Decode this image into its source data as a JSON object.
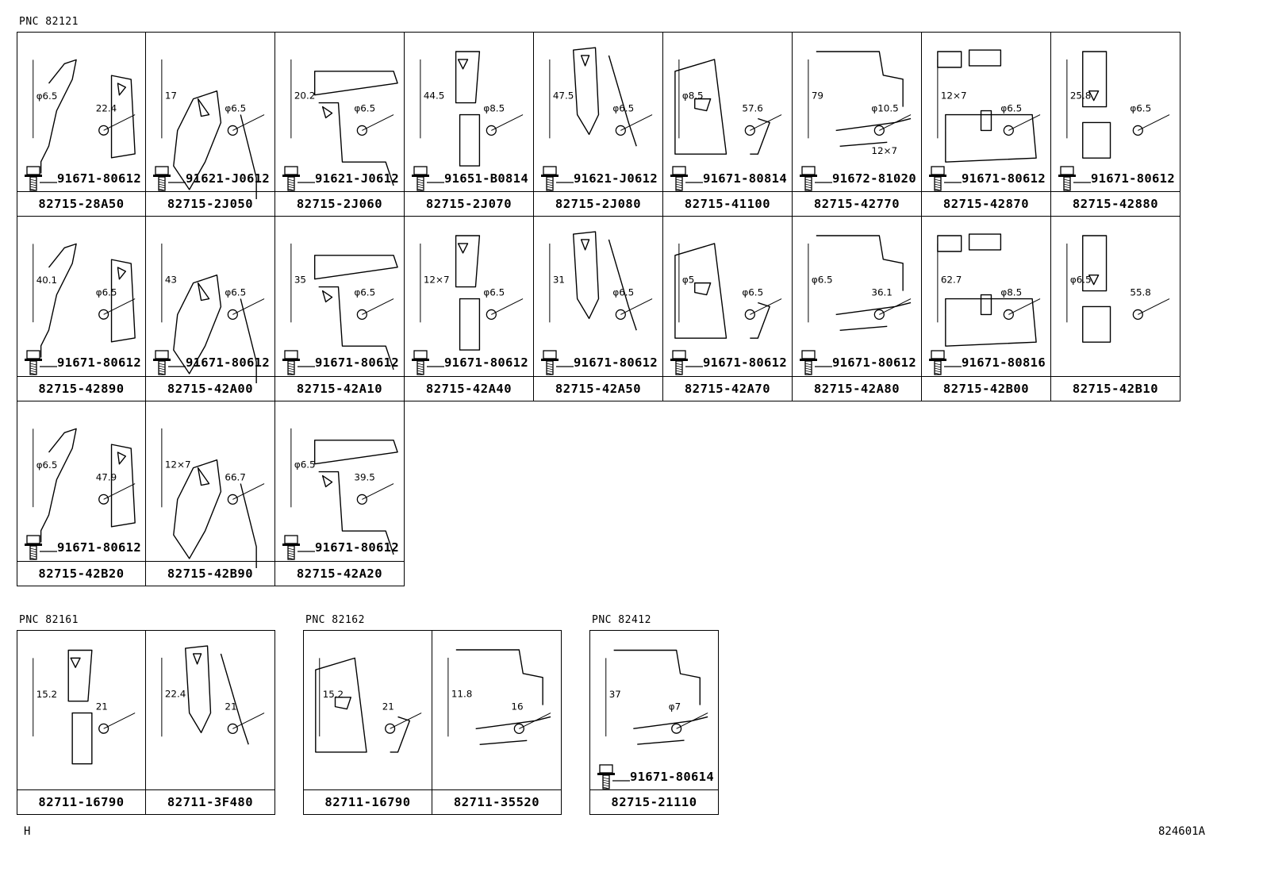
{
  "groups": [
    {
      "pnc": "PNC 82121"
    },
    {
      "pnc": "PNC 82161"
    },
    {
      "pnc": "PNC 82162"
    },
    {
      "pnc": "PNC 82412"
    }
  ],
  "g1": {
    "cells": [
      {
        "part": "82715-28A50",
        "bolt": "91671-80612",
        "dims": [
          "φ6.5",
          "22.4"
        ]
      },
      {
        "part": "82715-2J050",
        "bolt": "91621-J0612",
        "dims": [
          "17",
          "φ6.5"
        ]
      },
      {
        "part": "82715-2J060",
        "bolt": "91621-J0612",
        "dims": [
          "20.2",
          "φ6.5"
        ]
      },
      {
        "part": "82715-2J070",
        "bolt": "91651-B0814",
        "dims": [
          "44.5",
          "φ8.5"
        ]
      },
      {
        "part": "82715-2J080",
        "bolt": "91621-J0612",
        "dims": [
          "47.5",
          "φ6.5"
        ]
      },
      {
        "part": "82715-41100",
        "bolt": "91671-80814",
        "dims": [
          "φ8.5",
          "57.6"
        ]
      },
      {
        "part": "82715-42770",
        "bolt": "91672-81020",
        "dims": [
          "79",
          "φ10.5",
          "12×7"
        ]
      },
      {
        "part": "82715-42870",
        "bolt": "91671-80612",
        "dims": [
          "12×7",
          "φ6.5"
        ]
      },
      {
        "part": "82715-42880",
        "bolt": "91671-80612",
        "dims": [
          "25.8",
          "φ6.5"
        ]
      },
      {
        "part": "82715-42890",
        "bolt": "91671-80612",
        "dims": [
          "40.1",
          "φ6.5"
        ]
      },
      {
        "part": "82715-42A00",
        "bolt": "91671-80612",
        "dims": [
          "43",
          "φ6.5"
        ]
      },
      {
        "part": "82715-42A10",
        "bolt": "91671-80612",
        "dims": [
          "35",
          "φ6.5"
        ]
      },
      {
        "part": "82715-42A40",
        "bolt": "91671-80612",
        "dims": [
          "12×7",
          "φ6.5"
        ]
      },
      {
        "part": "82715-42A50",
        "bolt": "91671-80612",
        "dims": [
          "31",
          "φ6.5"
        ]
      },
      {
        "part": "82715-42A70",
        "bolt": "91671-80612",
        "dims": [
          "φ5",
          "φ6.5"
        ]
      },
      {
        "part": "82715-42A80",
        "bolt": "91671-80612",
        "dims": [
          "φ6.5",
          "36.1"
        ]
      },
      {
        "part": "82715-42B00",
        "bolt": "91671-80816",
        "dims": [
          "62.7",
          "φ8.5"
        ]
      },
      {
        "part": "82715-42B10",
        "bolt": "",
        "dims": [
          "φ6.5",
          "55.8"
        ]
      },
      {
        "part": "82715-42B20",
        "bolt": "91671-80612",
        "dims": [
          "φ6.5",
          "47.9"
        ]
      },
      {
        "part": "82715-42B90",
        "bolt": "",
        "dims": [
          "12×7",
          "66.7"
        ]
      },
      {
        "part": "82715-42A20",
        "bolt": "91671-80612",
        "dims": [
          "φ6.5",
          "39.5"
        ]
      }
    ]
  },
  "g2": {
    "cells": [
      {
        "part": "82711-16790",
        "dims": [
          "15.2",
          "21"
        ]
      },
      {
        "part": "82711-3F480",
        "dims": [
          "22.4",
          "21"
        ]
      }
    ]
  },
  "g3": {
    "cells": [
      {
        "part": "82711-16790",
        "dims": [
          "15.2",
          "21"
        ]
      },
      {
        "part": "82711-35520",
        "dims": [
          "11.8",
          "16"
        ]
      }
    ]
  },
  "g4": {
    "cells": [
      {
        "part": "82715-21110",
        "bolt": "91671-80614",
        "dims": [
          "37",
          "φ7"
        ]
      }
    ]
  },
  "footer": {
    "left": "H",
    "right": "824601A"
  }
}
